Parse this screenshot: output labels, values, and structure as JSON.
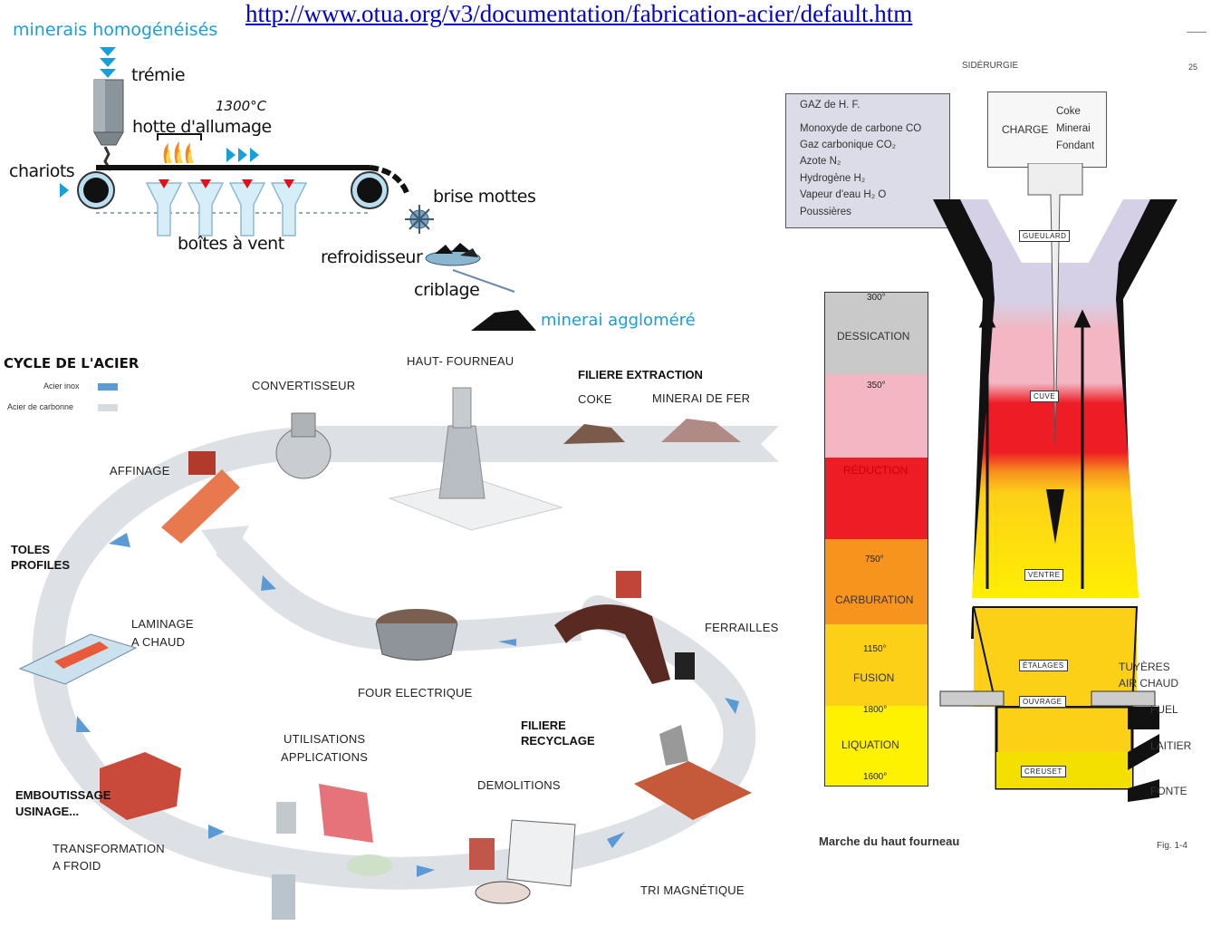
{
  "header": {
    "url": "http://www.otua.org/v3/documentation/fabrication-acier/default.htm"
  },
  "sintering": {
    "feed_label": "minerais homogénéisés",
    "hopper": "trémie",
    "temperature": "1300°C",
    "hood": "hotte d'allumage",
    "carts": "chariots",
    "wind_boxes": "boîtes à vent",
    "crusher": "brise mottes",
    "cooler": "refroidisseur",
    "screening": "criblage",
    "product": "minerai aggloméré"
  },
  "cycle": {
    "title": "CYCLE DE L'ACIER",
    "legend": [
      {
        "label": "Acier inox",
        "color": "#5b9bd5"
      },
      {
        "label": "Acier de carbonne",
        "color": "#d6dbe0"
      }
    ],
    "haut_fourneau": "HAUT- FOURNEAU",
    "convertisseur": "CONVERTISSEUR",
    "filiere_extraction": "FILIERE EXTRACTION",
    "coke": "COKE",
    "minerai_fer": "MINERAI DE FER",
    "affinage": "AFFINAGE",
    "toles_1": "TOLES",
    "toles_2": "PROFILES",
    "laminage_1": "LAMINAGE",
    "laminage_2": "A CHAUD",
    "four_electrique": "FOUR ELECTRIQUE",
    "ferrailles": "FERRAILLES",
    "filiere_recyclage_1": "FILIERE",
    "filiere_recyclage_2": "RECYCLAGE",
    "utilisations_1": "UTILISATIONS",
    "utilisations_2": "APPLICATIONS",
    "emboutissage_1": "EMBOUTISSAGE",
    "emboutissage_2": "USINAGE...",
    "transformation_1": "TRANSFORMATION",
    "transformation_2": "A FROID",
    "demolitions": "DEMOLITIONS",
    "tri": "TRI MAGNÉTIQUE"
  },
  "furnace": {
    "header_left": "SIDÉRURGIE",
    "header_right": "25",
    "gas_box": {
      "title": "GAZ de H. F.",
      "lines": [
        "Monoxyde de carbone   CO",
        "Gaz carbonique CO₂",
        "Azote N₂",
        "Hydrogène H₂",
        "Vapeur d'eau H₂ O",
        "Poussières"
      ]
    },
    "charge": {
      "label": "CHARGE",
      "items": [
        "Coke",
        "Minerai",
        "Fondant"
      ]
    },
    "zones": [
      {
        "temp": "300°",
        "name": "DESSICATION",
        "color": "#c9c9c9"
      },
      {
        "temp": "350°",
        "name": "",
        "color": "#f3b6c2"
      },
      {
        "temp": "",
        "name": "RÉDUCTION",
        "color": "#ee1c24"
      },
      {
        "temp": "750°",
        "name": "CARBURATION",
        "color": "#f7941d"
      },
      {
        "temp": "1150°",
        "name": "FUSION",
        "color": "#fdd018"
      },
      {
        "temp": "1800°",
        "name": "LIQUATION",
        "color": "#fff200"
      },
      {
        "temp": "1600°",
        "name": "",
        "color": ""
      }
    ],
    "parts": [
      "GUEULARD",
      "CUVE",
      "VENTRE",
      "ÉTALAGES",
      "OUVRAGE",
      "CREUSET"
    ],
    "outlets": [
      "TUYÈRES",
      "AIR CHAUD",
      "FUEL",
      "LAITIER",
      "FONTE"
    ],
    "caption": "Marche du haut fourneau",
    "fig": "Fig. 1-4"
  }
}
